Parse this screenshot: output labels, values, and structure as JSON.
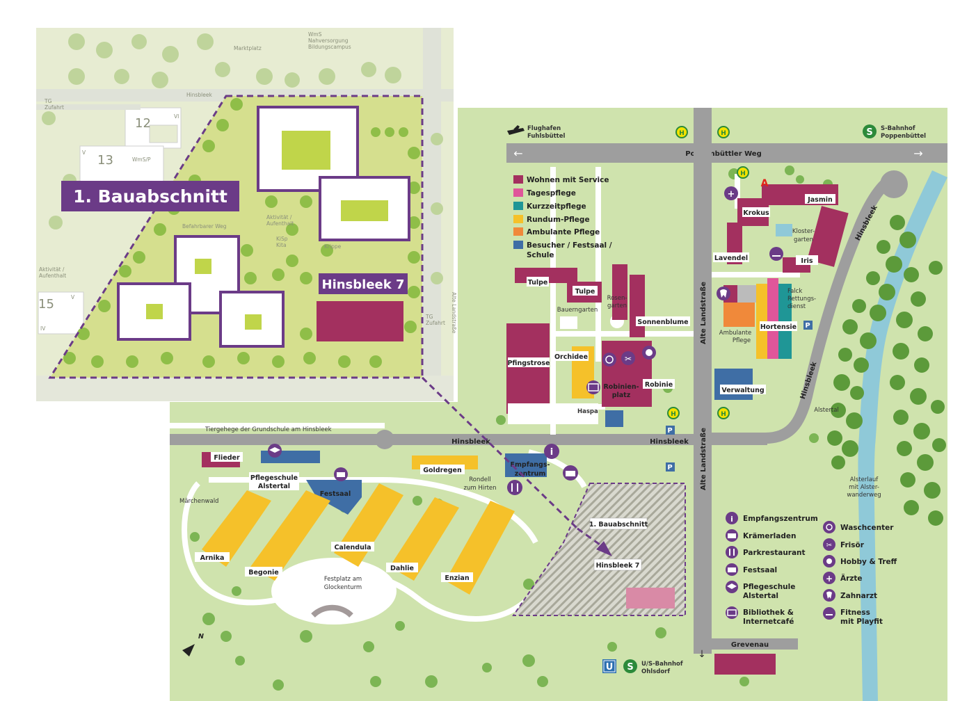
{
  "colors": {
    "wohnen": "#a3305f",
    "tagespflege": "#e0569a",
    "kurzzeitpflege": "#1f9696",
    "rundum": "#f5c12a",
    "ambulant": "#f0893a",
    "besucher": "#3f6ea5",
    "purple": "#6b3b87",
    "green": "#cfe3ad",
    "road": "#9e9e9e"
  },
  "inset": {
    "badge": "1. Bauabschnitt",
    "hinsbleek7": "Hinsbleek 7",
    "numbers": [
      "12",
      "13",
      "15"
    ],
    "roman": [
      "VI",
      "V",
      "IV"
    ],
    "texts": {
      "wms": "WmS",
      "nahversorgung": "Nahversorgung",
      "bildungscampus": "Bildungscampus",
      "marktplatz": "Marktplatz",
      "hinsbleek": "Hinsbleek",
      "tg": "TG",
      "zufahrt": "Zufahrt",
      "wmsp": "WmS/P",
      "aktivitaet": "Aktivität /",
      "aufenthalt": "Aufenthalt",
      "befahrbarer": "Befahrbarer Weg",
      "kisp": "KiSp",
      "kita": "Kita",
      "krippe": "Krippe",
      "alte": "Alte Landstraße"
    }
  },
  "roads": {
    "poppenbuettler": "Poppenbüttler Weg",
    "alte1": "Alte Landstraße",
    "alte2": "Alte Landstraße",
    "hinsbleek_a": "Hinsbleek",
    "hinsbleek_b": "Hinsbleek",
    "hinsbleek_c": "Hinsbleek",
    "hinsbleek_d": "Hinsbleek",
    "grevenau": "Grevenau"
  },
  "top": {
    "flughafen1": "Flughafen",
    "flughafen2": "Fuhlsbüttel",
    "sbahn1": "S-Bahnhof",
    "sbahn2": "Poppenbüttel",
    "bottom1": "U/S-Bahnhof",
    "bottom2": "Ohlsdorf"
  },
  "legend": [
    {
      "label": "Wohnen mit Service",
      "color": "#a3305f"
    },
    {
      "label": "Tagespflege",
      "color": "#e0569a"
    },
    {
      "label": "Kurzzeitpflege",
      "color": "#1f9696"
    },
    {
      "label": "Rundum-Pflege",
      "color": "#f5c12a"
    },
    {
      "label": "Ambulante Pflege",
      "color": "#f0893a"
    },
    {
      "label": "Besucher / Festsaal /",
      "color": "#3f6ea5"
    }
  ],
  "legend_extra": "Schule",
  "buildings": {
    "tulpe1": "Tulpe",
    "tulpe2": "Tulpe",
    "bauerngarten": "Bauerngarten",
    "rosen1": "Rosen-",
    "rosen2": "garten",
    "sonnenblume": "Sonnenblume",
    "pfingstrose": "Pfingstrose",
    "orchidee": "Orchidee",
    "robinie": "Robinie",
    "robinien1": "Robinien-",
    "robinien2": "platz",
    "haspa": "Haspa",
    "krokus": "Krokus",
    "jasmin": "Jasmin",
    "kloster1": "Kloster-",
    "kloster2": "garten",
    "lavendel": "Lavendel",
    "iris": "Iris",
    "falck1": "Falck",
    "falck2": "Rettungs-",
    "falck3": "dienst",
    "hortensie": "Hortensie",
    "ambulante1": "Ambulante",
    "ambulante2": "Pflege",
    "verwaltung": "Verwaltung",
    "alstertal": "Alstertal",
    "alsterlauf1": "Alsterlauf",
    "alsterlauf2": "mit Alster-",
    "alsterlauf3": "wanderweg",
    "tiergehege": "Tiergehege der Grundschule am Hinsbleek",
    "flieder": "Flieder",
    "pflegeschule1": "Pflegeschule",
    "pflegeschule2": "Alstertal",
    "festsaal": "Festsaal",
    "goldregen": "Goldregen",
    "rondell1": "Rondell",
    "rondell2": "zum Hirten",
    "empfang1": "Empfangs-",
    "empfang2": "zentrum",
    "maerchenwald": "Märchenwald",
    "arnika": "Arnika",
    "begonie": "Begonie",
    "calendula": "Calendula",
    "dahlie": "Dahlie",
    "enzian": "Enzian",
    "festplatz1": "Festplatz am",
    "festplatz2": "Glockenturm",
    "bauabschnitt": "1. Bauabschnitt",
    "hinsbleek7": "Hinsbleek 7",
    "parking": "P",
    "north": "N"
  },
  "facilities_left": [
    {
      "label": "Empfangszentrum",
      "icon": "info-icon"
    },
    {
      "label": "Krämerladen",
      "icon": "basket-icon"
    },
    {
      "label": "Parkrestaurant",
      "icon": "cutlery-icon"
    },
    {
      "label": "Festsaal",
      "icon": "festsaal-icon"
    },
    {
      "label": "Pflegeschule",
      "label2": "Alstertal",
      "icon": "graduation-icon"
    },
    {
      "label": "Bibliothek &",
      "label2": "Internetcafé",
      "icon": "book-icon"
    }
  ],
  "facilities_right": [
    {
      "label": "Waschcenter",
      "icon": "washing-icon"
    },
    {
      "label": "Frisör",
      "icon": "scissors-icon"
    },
    {
      "label": "Hobby & Treff",
      "icon": "palette-icon"
    },
    {
      "label": "Ärzte",
      "icon": "cross-icon"
    },
    {
      "label": "Zahnarzt",
      "icon": "tooth-icon"
    },
    {
      "label": "Fitness",
      "label2": "mit Playfit",
      "icon": "fitness-icon"
    }
  ]
}
